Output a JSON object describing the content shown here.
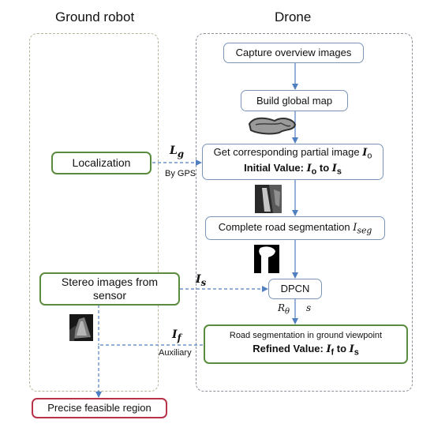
{
  "columns": {
    "left_title": "Ground robot",
    "right_title": "Drone"
  },
  "colors": {
    "flow_line": "#4f7fc0",
    "robot_box": "#5b8c3e",
    "drone_box": "#7a95b8",
    "target_box": "#b8324a"
  },
  "drone_steps": {
    "capture": "Capture overview images",
    "build_map": "Build global map",
    "get_partial_prefix": "Get corresponding partial image ",
    "get_partial_symbol": "I",
    "get_partial_sub": "o",
    "initial_prefix": "Initial Value: ",
    "initial_symbol_1": "I",
    "initial_sub_1": "o",
    "initial_mid": " to ",
    "initial_symbol_2": "I",
    "initial_sub_2": "s",
    "complete_seg_prefix": "Complete road segmentation ",
    "complete_seg_symbol": "I",
    "complete_seg_sub": "seg",
    "dpcn": "DPCN",
    "road_seg_ground": "Road segmentation in ground viewpoint",
    "refined_prefix": "Refined Value: ",
    "refined_symbol_1": "I",
    "refined_sub_1": "f",
    "refined_mid": " to ",
    "refined_symbol_2": "I",
    "refined_sub_2": "s"
  },
  "robot_steps": {
    "localization": "Localization",
    "stereo_line1": "Stereo images from",
    "stereo_line2": "sensor",
    "precise": "Precise feasible region"
  },
  "edge_labels": {
    "lg_symbol": "L",
    "lg_sub": "g",
    "by_gps": "By GPS",
    "is_symbol": "I",
    "is_sub": "s",
    "if_symbol": "I",
    "if_sub": "f",
    "auxiliary": "Auxiliary",
    "r_theta_symbol": "R",
    "r_theta_sub": "θ",
    "s_symbol": "s"
  }
}
